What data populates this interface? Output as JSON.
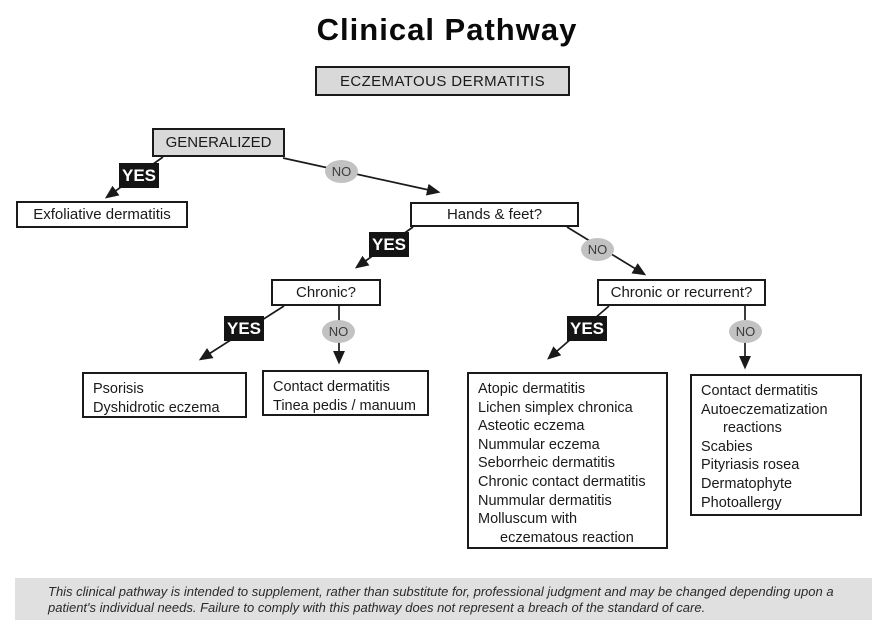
{
  "title": "Clinical Pathway",
  "labels": {
    "yes": "YES",
    "no": "NO"
  },
  "root": {
    "label": "ECZEMATOUS DERMATITIS"
  },
  "decisions": {
    "generalized": {
      "label": "GENERALIZED"
    },
    "hands_feet": {
      "label": "Hands & feet?"
    },
    "chronic": {
      "label": "Chronic?"
    },
    "chronic_recurrent": {
      "label": "Chronic or recurrent?"
    }
  },
  "outcomes": {
    "exfoliative": {
      "lines": [
        "Exfoliative dermatitis"
      ]
    },
    "chronic_yes": {
      "lines": [
        "Psorisis",
        "Dyshidrotic eczema"
      ]
    },
    "chronic_no": {
      "lines": [
        "Contact dermatitis",
        "Tinea pedis / manuum"
      ]
    },
    "recurrent_yes": {
      "lines": [
        "Atopic dermatitis",
        "Lichen simplex chronica",
        "Asteotic eczema",
        "Nummular eczema",
        "Seborrheic dermatitis",
        "Chronic contact dermatitis",
        "Nummular dermatitis",
        "Molluscum with",
        "eczematous reaction"
      ]
    },
    "recurrent_no": {
      "lines": [
        "Contact dermatitis",
        "Autoeczematization",
        "reactions",
        "Scabies",
        "Pityriasis rosea",
        "Dermatophyte",
        "Photoallergy"
      ]
    }
  },
  "disclaimer": {
    "line1": "This clinical pathway is intended to supplement, rather than substitute for, professional judgment and may be changed depending upon a",
    "line2": "patient's individual needs. Failure to comply with this pathway does not represent a breach of the standard of care."
  },
  "colors": {
    "node_fill_gray": "#d9d9d9",
    "no_ellipse_gray": "#c2c2c2",
    "yes_black": "#141414",
    "border_black": "#1a1a1a",
    "disclaimer_bar": "#e0e0e0"
  }
}
